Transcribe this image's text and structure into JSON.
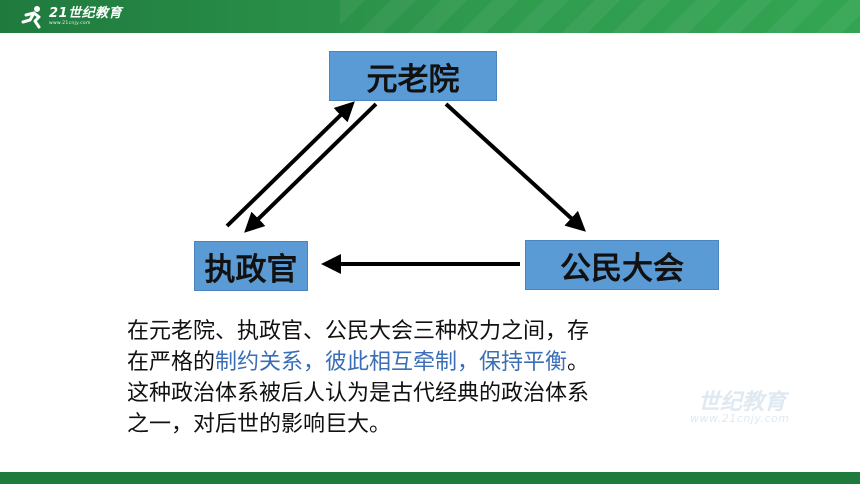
{
  "brand": {
    "logo_text": "21世纪教育",
    "logo_url": "www.21cnjy.com",
    "watermark_text": "世纪教育",
    "watermark_url": "www.21cnjy.com"
  },
  "diagram": {
    "nodes": {
      "senate": "元老院",
      "consul": "执政官",
      "assembly": "公民大会"
    }
  },
  "description": {
    "line1": "在元老院、执政官、公民大会三种权力之间，存",
    "line2_prefix": "在严格的",
    "line2_highlight": "制约关系，彼此相互牵制，保持平衡",
    "line2_suffix": "。",
    "line3": "这种政治体系被后人认为是古代经典的政治体系",
    "line4": "之一，对后世的影响巨大。"
  },
  "colors": {
    "header_green": "#2f9a4e",
    "node_blue": "#5b9bd5",
    "highlight_blue": "#3a6fb7"
  }
}
